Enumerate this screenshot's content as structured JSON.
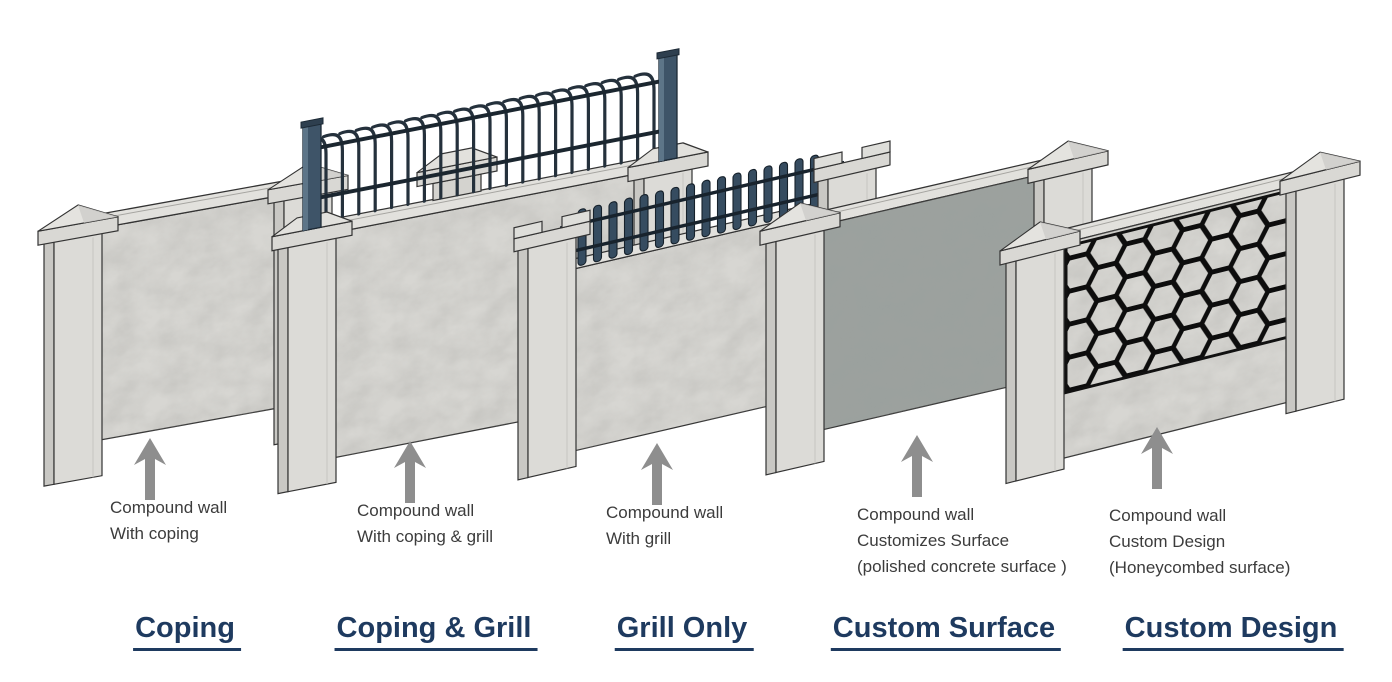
{
  "background_color": "#ffffff",
  "walls": [
    {
      "name": "coping",
      "caption_lines": [
        "Compound wall",
        "With coping"
      ],
      "link_label": "Coping",
      "arrow_icon": "up-arrow"
    },
    {
      "name": "coping-grill",
      "caption_lines": [
        "Compound wall",
        "With coping & grill"
      ],
      "link_label": "Coping & Grill",
      "arrow_icon": "up-arrow"
    },
    {
      "name": "grill-only",
      "caption_lines": [
        "Compound wall",
        "With grill"
      ],
      "link_label": "Grill Only",
      "arrow_icon": "up-arrow"
    },
    {
      "name": "custom-surface",
      "caption_lines": [
        "Compound wall",
        "Customizes Surface",
        "(polished concrete surface )"
      ],
      "link_label": "Custom Surface",
      "arrow_icon": "up-arrow"
    },
    {
      "name": "custom-design",
      "caption_lines": [
        "Compound wall",
        "Custom Design",
        "(Honeycombed surface)"
      ],
      "link_label": "Custom Design",
      "arrow_icon": "up-arrow"
    }
  ],
  "colors": {
    "link": "#1e3a5f",
    "caption_text": "#3c3c3c",
    "arrow": "#8e8e8e",
    "concrete": "#d7d6d2",
    "concrete_dark_panel": "#9ba19e",
    "grill_metal": "#3e5468",
    "grill_bar": "#25313c",
    "honeycomb_line": "#0d0d0d"
  }
}
